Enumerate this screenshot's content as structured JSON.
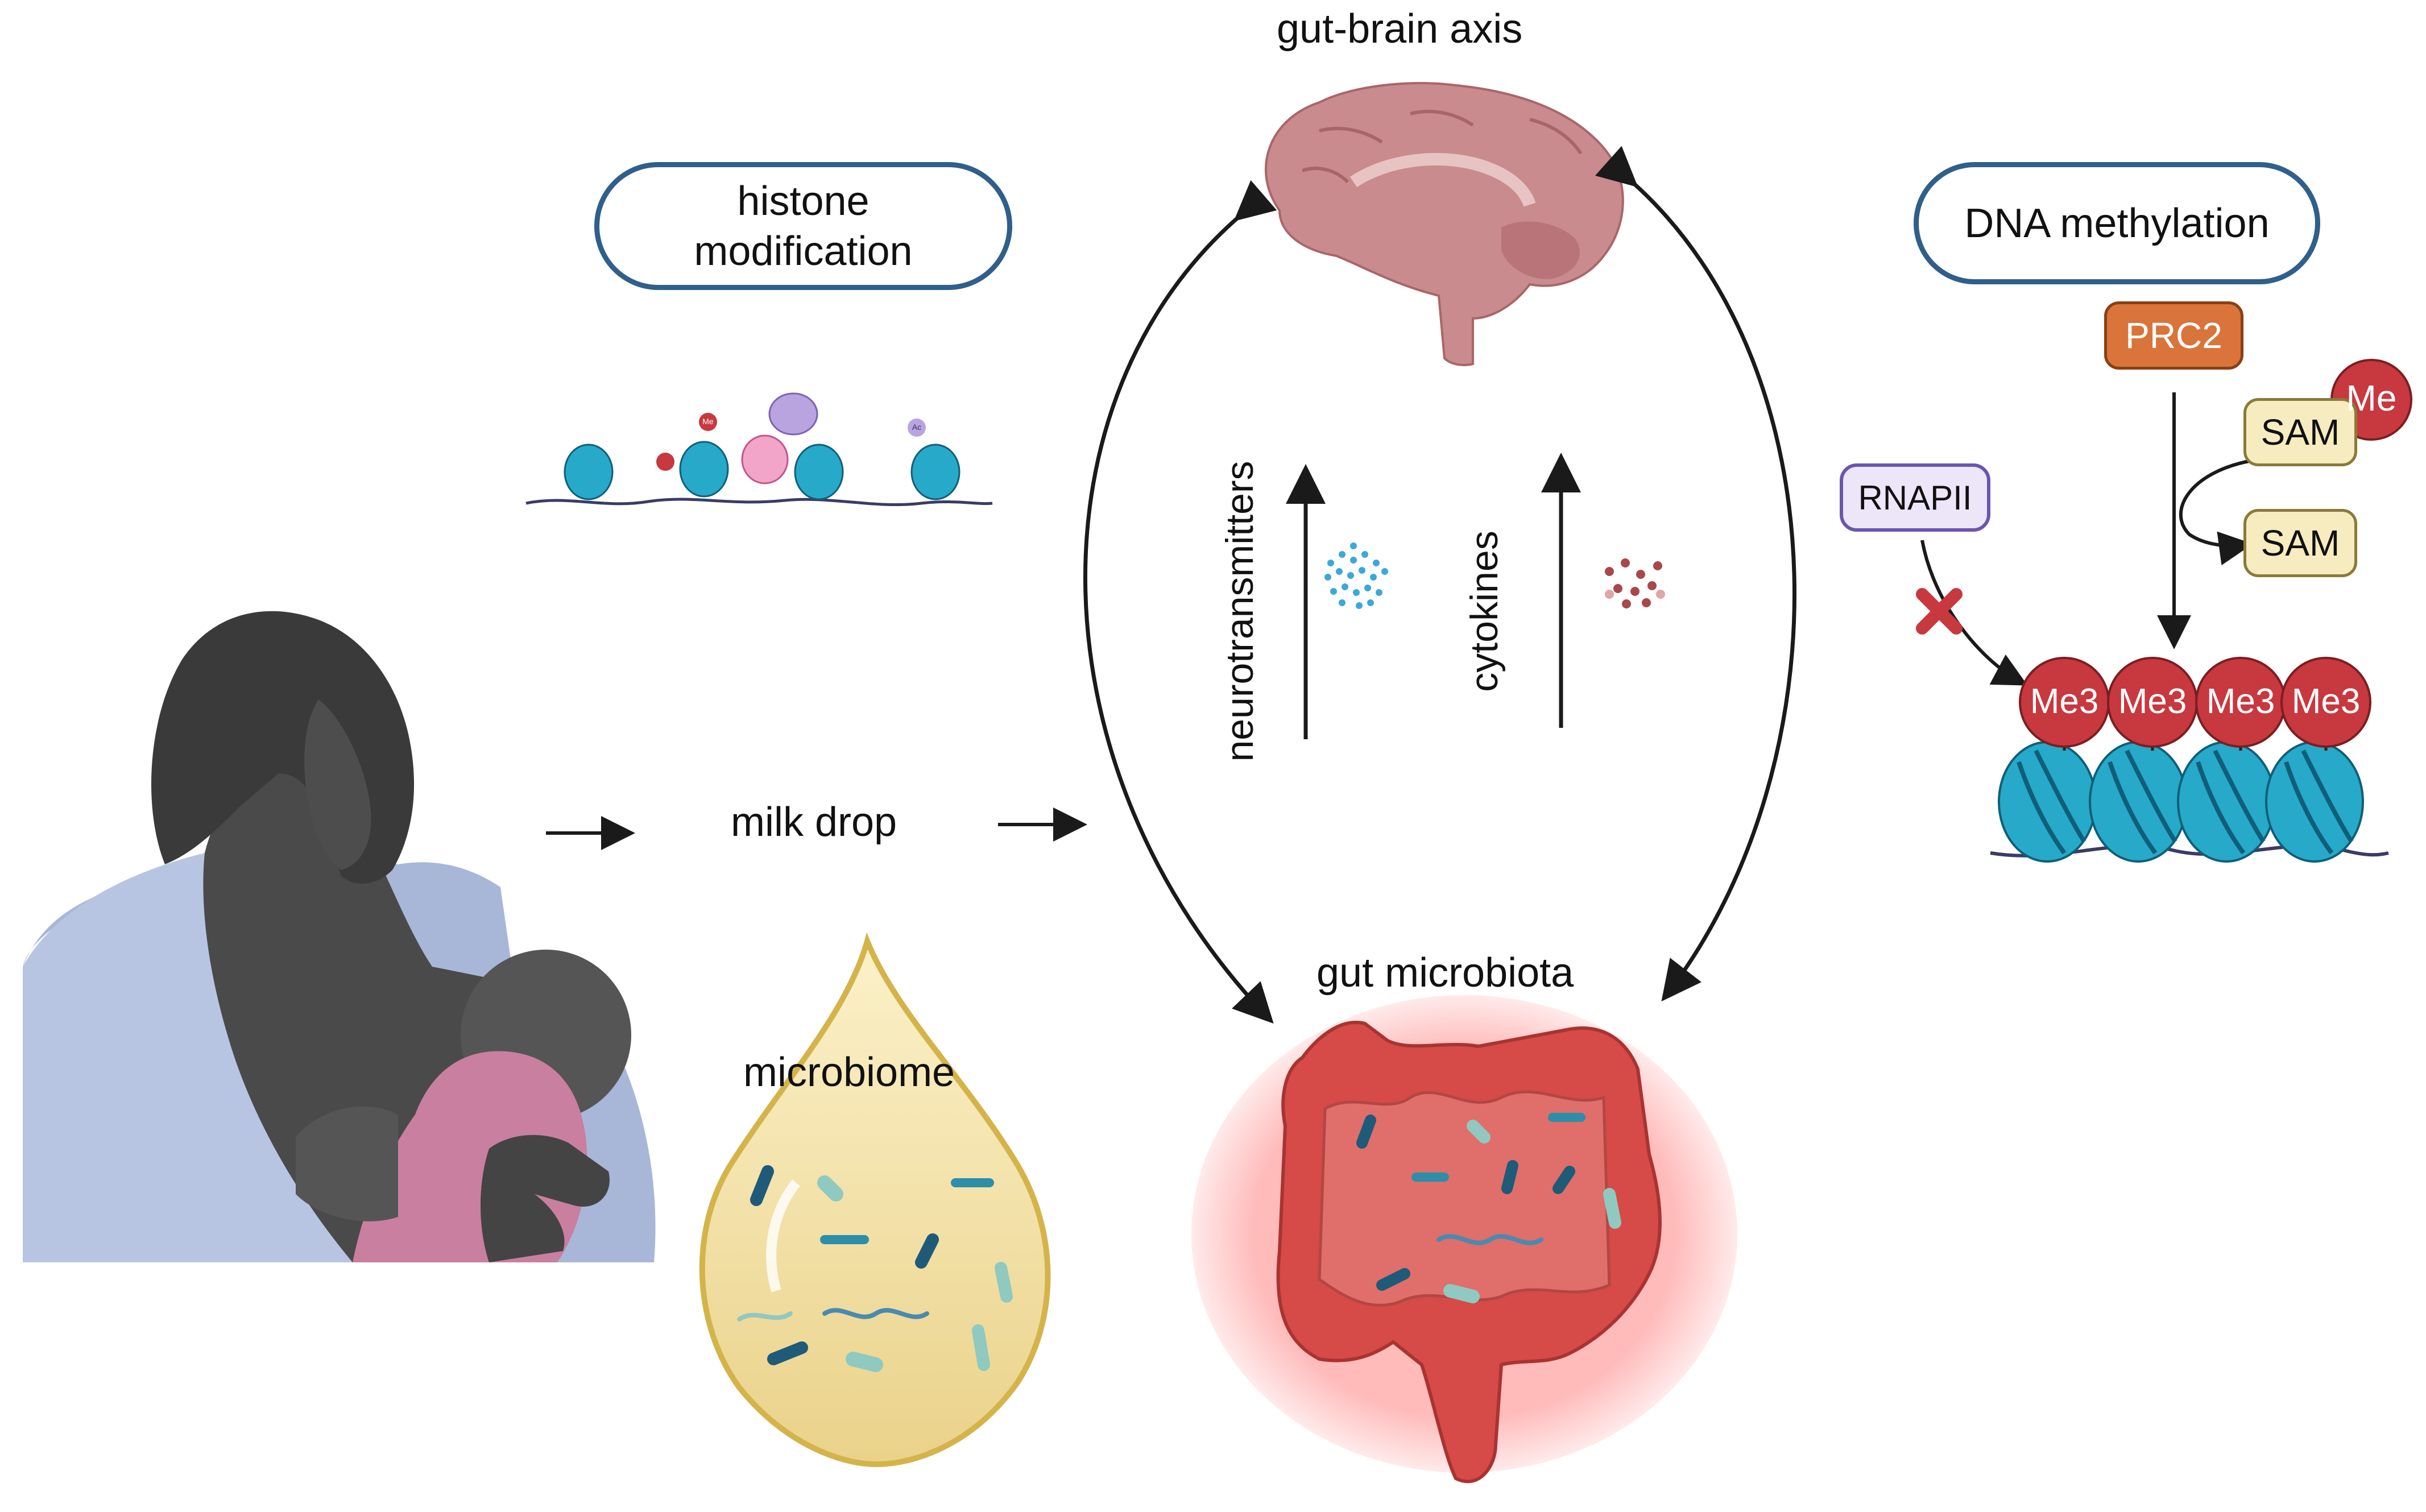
{
  "labels": {
    "gut_brain_axis": "gut-brain axis",
    "histone_modification_line1": "histone",
    "histone_modification_line2": "modification",
    "dna_methylation": "DNA methylation",
    "milk_drop": "milk drop",
    "microbiome": "microbiome",
    "gut_microbiota": "gut microbiota",
    "neurotransmitters": "neurotransmitters",
    "cytokines": "cytokines"
  },
  "dna_methylation_panel": {
    "prc2": "PRC2",
    "sam_top": "SAM",
    "sam_bottom": "SAM",
    "me": "Me",
    "rnapii": "RNAPII",
    "me3_marks": [
      "Me3",
      "Me3",
      "Me3",
      "Me3"
    ]
  },
  "histone_panel": {
    "me_small": "Me",
    "ac_small": "Ac"
  },
  "colors": {
    "pill_border": "#2f5f8a",
    "nucleosome": "#27a9c9",
    "me3_red": "#c8383f",
    "prc2_orange": "#d9743a",
    "sam_fill": "#f6ecc0",
    "rnapii_purple": "#8a78c8",
    "brain_pink": "#c98b8d",
    "gut_red": "#d64a47",
    "milk_gold": "#f2dea0"
  }
}
